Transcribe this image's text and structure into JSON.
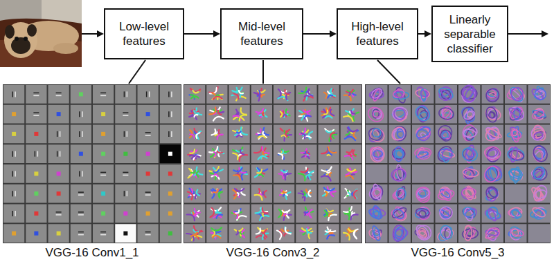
{
  "diagram": {
    "nodes": [
      {
        "text": [
          "Low-level features"
        ]
      },
      {
        "text": [
          "Mid-level features"
        ]
      },
      {
        "text": [
          "High-level features"
        ]
      },
      {
        "text": [
          "Linearly separable classifier"
        ]
      }
    ],
    "edges": [
      {
        "from": 0,
        "to": 1,
        "arrow": "to"
      },
      {
        "from": 1,
        "to": 2,
        "arrow": "to"
      },
      {
        "from": 2,
        "to": 3,
        "arrow": "to"
      }
    ],
    "labels": [
      "VGG-16 Conv1_1",
      "VGG-16 Conv3_2",
      "VGG-16 Conv5_3"
    ]
  }
}
